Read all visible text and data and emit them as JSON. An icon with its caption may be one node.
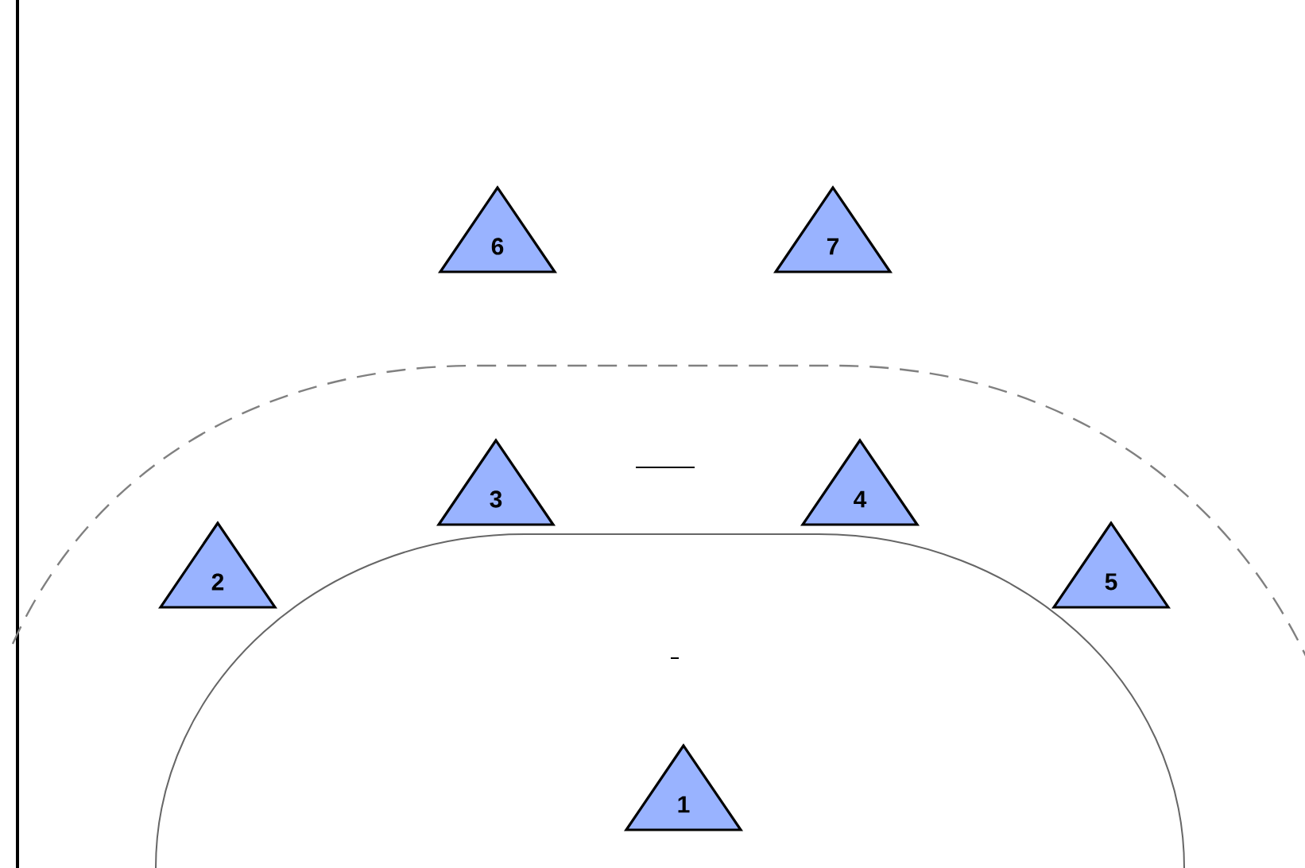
{
  "diagram": {
    "nodes": [
      {
        "text": [
          "6"
        ]
      },
      {
        "text": [
          "7"
        ]
      },
      {
        "text": [
          "3"
        ]
      },
      {
        "text": [
          "4"
        ]
      },
      {
        "text": [
          "2"
        ]
      },
      {
        "text": [
          "5"
        ]
      },
      {
        "text": [
          "1"
        ]
      }
    ]
  }
}
